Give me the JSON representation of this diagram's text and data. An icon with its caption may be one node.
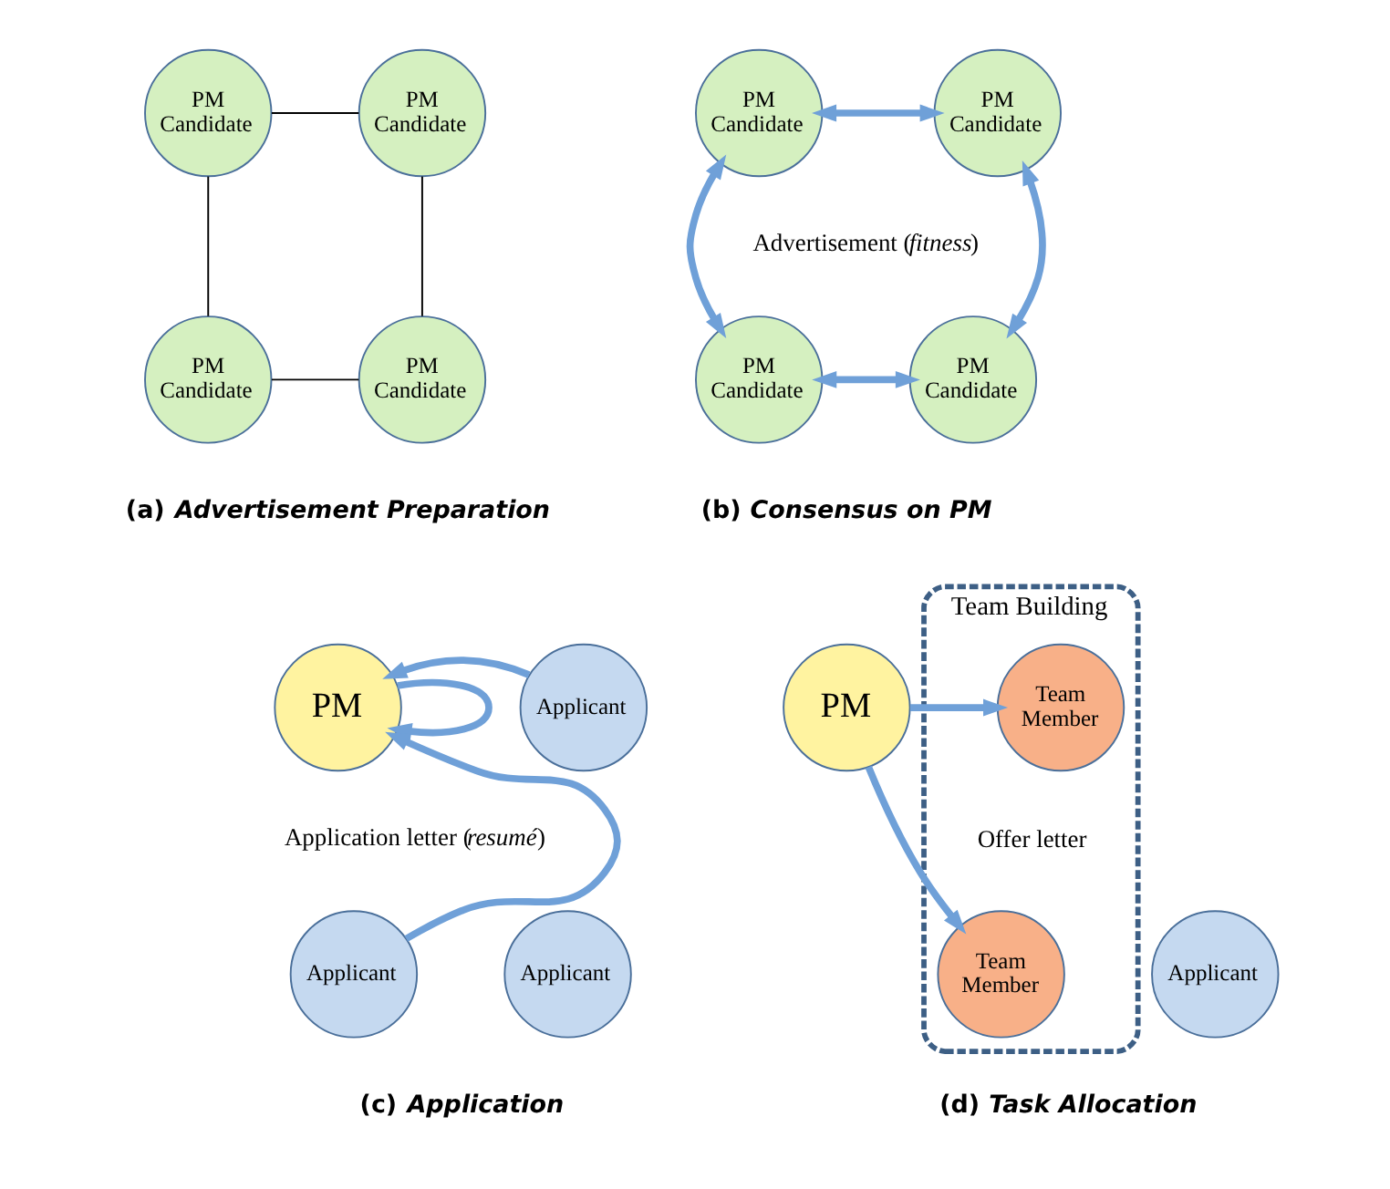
{
  "diagram": {
    "nodes": [
      {
        "text": [
          "PM Candidate"
        ]
      },
      {
        "text": [
          "PM Candidate"
        ]
      },
      {
        "text": [
          "PM Candidate"
        ]
      },
      {
        "text": [
          "PM Candidate"
        ]
      },
      {
        "text": [
          "PM Candidate"
        ]
      },
      {
        "text": [
          "PM Candidate"
        ]
      },
      {
        "text": [
          "PM Candidate"
        ]
      },
      {
        "text": [
          "PM Candidate"
        ]
      },
      {
        "text": [
          "PM"
        ]
      },
      {
        "text": [
          "Applicant"
        ]
      },
      {
        "text": [
          "Applicant"
        ]
      },
      {
        "text": [
          "Applicant"
        ]
      },
      {
        "text": [
          "PM"
        ]
      },
      {
        "text": [
          "Team Building"
        ]
      },
      {
        "text": [
          "Team Member"
        ],
        "in": 13
      },
      {
        "text": [
          "Team Member"
        ],
        "in": 13
      },
      {
        "text": [
          "Applicant"
        ]
      }
    ],
    "edges": [
      {
        "from": 0,
        "to": 1,
        "arrow": "none",
        "color": "#000000"
      },
      {
        "from": 0,
        "to": 2,
        "arrow": "none",
        "color": "#000000"
      },
      {
        "from": 1,
        "to": 3,
        "arrow": "none",
        "color": "#000000"
      },
      {
        "from": 2,
        "to": 3,
        "arrow": "none",
        "color": "#000000"
      },
      {
        "from": 4,
        "to": 5,
        "arrow": "both"
      },
      {
        "from": 4,
        "to": 6,
        "arrow": "both"
      },
      {
        "from": 5,
        "to": 7,
        "arrow": "both"
      },
      {
        "from": 6,
        "to": 7,
        "arrow": "both"
      },
      {
        "from": 8,
        "to": 8,
        "arrow": "to"
      },
      {
        "from": 9,
        "to": 8,
        "arrow": "to"
      },
      {
        "from": 10,
        "to": 8,
        "arrow": "to"
      },
      {
        "from": 12,
        "to": 14,
        "arrow": "to"
      },
      {
        "from": 12,
        "to": 15,
        "arrow": "to"
      }
    ],
    "labels": [
      "Advertisement (*fitness*)",
      "(a) *Advertisement Preparation*",
      "(b) *Consensus on PM*",
      "Offer letter",
      "Application letter (*resumé*)",
      "(c) *Application*",
      "(d) *Task Allocation*"
    ]
  }
}
